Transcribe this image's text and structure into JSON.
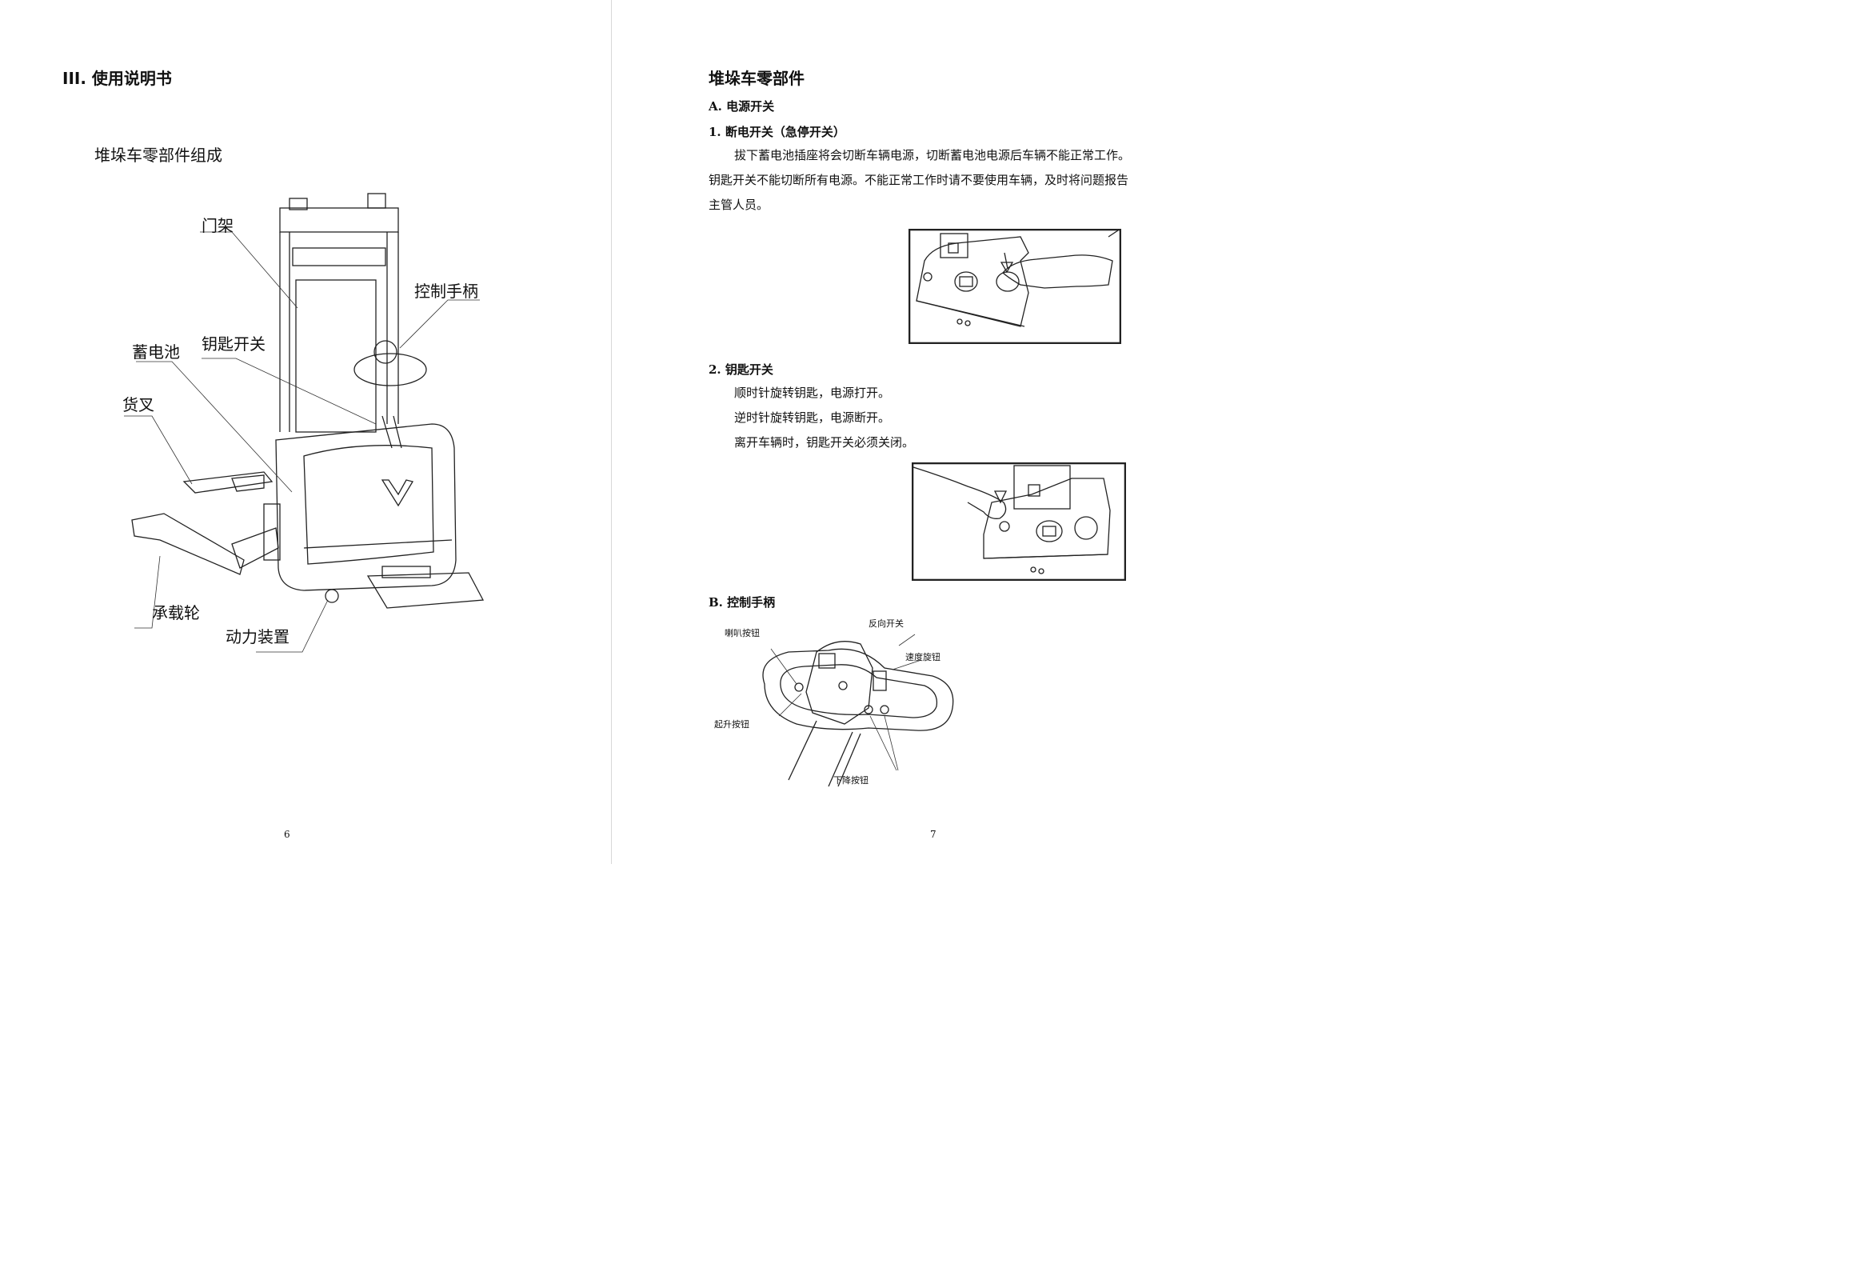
{
  "left_page": {
    "chapter_title": "III.  使用说明书",
    "subtitle": "堆垛车零部件组成",
    "callouts": {
      "mast": "门架",
      "control_handle": "控制手柄",
      "key_switch": "钥匙开关",
      "battery": "蓄电池",
      "fork": "货叉",
      "load_wheel": "承载轮",
      "power_unit": "动力装置"
    },
    "page_number": "6"
  },
  "right_page": {
    "title": "堆垛车零部件",
    "section_a": "A.  电源开关",
    "item_1_heading": "1.  断电开关（急停开关）",
    "item_1_text_line1": "拔下蓄电池插座将会切断车辆电源，切断蓄电池电源后车辆不能正常工作。",
    "item_1_text_line2": "钥匙开关不能切断所有电源。不能正常工作时请不要使用车辆，及时将问题报告",
    "item_1_text_line3": "主管人员。",
    "item_2_heading": "2.  钥匙开关",
    "item_2_line1": "顺时针旋转钥匙，电源打开。",
    "item_2_line2": "逆时针旋转钥匙，电源断开。",
    "item_2_line3": "离开车辆时，钥匙开关必须关闭。",
    "section_b": "B.  控制手柄",
    "handle_labels": {
      "horn_button": "喇叭按钮",
      "reverse_switch": "反向开关",
      "speed_knob": "速度旋钮",
      "lift_button": "起升按钮",
      "lower_button": "下降按钮"
    },
    "page_number": "7"
  }
}
